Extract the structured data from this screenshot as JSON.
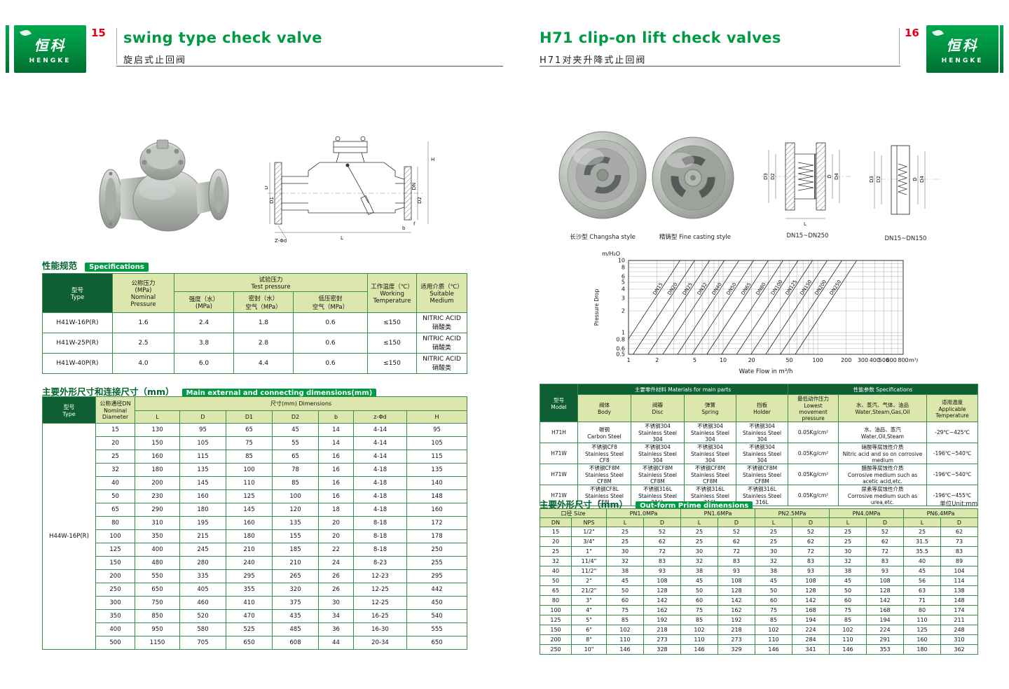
{
  "brand": {
    "logo_cn": "恒科",
    "logo_en": "HENGKE"
  },
  "left_page": {
    "page_number": "15",
    "title": "swing type check valve",
    "subtitle": "旋启式止回阀",
    "spec_heading_zh": "性能规范",
    "spec_heading_en": "Specifications",
    "spec_table": {
      "h_type": "型号\nType",
      "h_nominal": "公称压力\n(MPa)\nNominal\nPressure",
      "h_test": "试验压力\nTest pressure",
      "h_strength": "强度（水）\n(MPa)",
      "h_seal": "密封（水）\n空气（MPa）",
      "h_lowseal": "低压密封\n空气（MPa）",
      "h_working": "工作温度（℃）\nWorking\nTemperature",
      "h_medium": "适用介质（℃）\nSuitable\nMedium",
      "rows": [
        [
          "H41W-16P(R)",
          "1.6",
          "2.4",
          "1.8",
          "0.6",
          "≤150",
          "NITRIC ACID\n硝酸类"
        ],
        [
          "H41W-25P(R)",
          "2.5",
          "3.8",
          "2.8",
          "0.6",
          "≤150",
          "NITRIC ACID\n硝酸类"
        ],
        [
          "H41W-40P(R)",
          "4.0",
          "6.0",
          "4.4",
          "0.6",
          "≤150",
          "NITRIC ACID\n硝酸类"
        ]
      ]
    },
    "dims_heading_zh": "主要外形尺寸和连接尺寸（mm）",
    "dims_heading_en": "Main external and connecting dimensions(mm)",
    "dims_table": {
      "h_type": "型号\nType",
      "h_dn": "公称通径DN\nNominal\nDiameter",
      "h_dims": "尺寸(mm) Dimensions",
      "cols": [
        "L",
        "D",
        "D1",
        "D2",
        "b",
        "z-Φd",
        "H"
      ],
      "model": "H44W-16P(R)",
      "rows": [
        [
          "15",
          "130",
          "95",
          "65",
          "45",
          "14",
          "4-14",
          "95"
        ],
        [
          "20",
          "150",
          "105",
          "75",
          "55",
          "14",
          "4-14",
          "105"
        ],
        [
          "25",
          "160",
          "115",
          "85",
          "65",
          "16",
          "4-14",
          "115"
        ],
        [
          "32",
          "180",
          "135",
          "100",
          "78",
          "16",
          "4-18",
          "135"
        ],
        [
          "40",
          "200",
          "145",
          "110",
          "85",
          "16",
          "4-18",
          "140"
        ],
        [
          "50",
          "230",
          "160",
          "125",
          "100",
          "16",
          "4-18",
          "148"
        ],
        [
          "65",
          "290",
          "180",
          "145",
          "120",
          "18",
          "4-18",
          "160"
        ],
        [
          "80",
          "310",
          "195",
          "160",
          "135",
          "20",
          "8-18",
          "172"
        ],
        [
          "100",
          "350",
          "215",
          "180",
          "155",
          "20",
          "8-18",
          "178"
        ],
        [
          "125",
          "400",
          "245",
          "210",
          "185",
          "22",
          "8-18",
          "250"
        ],
        [
          "150",
          "480",
          "280",
          "240",
          "210",
          "24",
          "8-23",
          "255"
        ],
        [
          "200",
          "550",
          "335",
          "295",
          "265",
          "26",
          "12-23",
          "295"
        ],
        [
          "250",
          "650",
          "405",
          "355",
          "320",
          "26",
          "12-25",
          "442"
        ],
        [
          "300",
          "750",
          "460",
          "410",
          "375",
          "30",
          "12-25",
          "450"
        ],
        [
          "350",
          "850",
          "520",
          "470",
          "435",
          "34",
          "16-25",
          "540"
        ],
        [
          "400",
          "950",
          "580",
          "525",
          "485",
          "36",
          "16-30",
          "555"
        ],
        [
          "500",
          "1150",
          "705",
          "650",
          "608",
          "44",
          "20-34",
          "650"
        ]
      ]
    },
    "drawing_labels": [
      "H",
      "D",
      "D1",
      "DN",
      "D2",
      "Z-Φd",
      "L",
      "b",
      "f"
    ]
  },
  "right_page": {
    "page_number": "16",
    "title": "H71 clip-on lift check valves",
    "subtitle": "H71对夹升降式止回阀",
    "photo_captions": [
      "长沙型 Changsha style",
      "精铸型 Fine casting style"
    ],
    "drawing_captions": [
      "DN15~DN250",
      "DN15~DN150"
    ],
    "drawing1_labels": [
      "D3",
      "D2",
      "D",
      "D4",
      "L"
    ],
    "drawing2_labels": [
      "D3",
      "D2",
      "D",
      "D4"
    ],
    "materials_table": {
      "h_model": "型号\nModel",
      "h_materials_group": "主要零件材料 Materials for main parts",
      "h_specs_group": "性能参数 Specifications",
      "h_body": "阀体\nBody",
      "h_disc": "阀瓣\nDisc",
      "h_spring": "弹簧\nSpring",
      "h_holder": "挡板\nHolder",
      "h_pressure": "最低动作压力\nLowest movement\npressure",
      "h_media": "水、蒸汽、气体、油品\nWater,Steam,Gas,Oil",
      "h_temp": "适用温度\nApplicable\nTemperature",
      "rows": [
        [
          "H71H",
          "碳钢\nCarbon Steel",
          "不锈钢304\nStainless Steel 304",
          "不锈钢304\nStainless Steel 304",
          "不锈钢304\nStainless Steel 304",
          "0.05Kg/cm²",
          "水、油品、蒸汽\nWater,Oil,Steam",
          "-29℃~425℃"
        ],
        [
          "H71W",
          "不锈钢CF8\nStainless Steel CF8",
          "不锈钢304\nStainless Steel 304",
          "不锈钢304\nStainless Steel 304",
          "不锈钢304\nStainless Steel 304",
          "0.05Kg/cm²",
          "硝酸等腐蚀性介质\nNitric acid and so on corrosive medium",
          "-196℃~540℃"
        ],
        [
          "H71W",
          "不锈钢CF8M\nStainless Steel CF8M",
          "不锈钢CF8M\nStainless Steel CF8M",
          "不锈钢CF8M\nStainless Steel CF8M",
          "不锈钢CF8M\nStainless Steel CF8M",
          "0.05Kg/cm²",
          "醋酸等腐蚀性介质\nCorrosive medium such as acetic acid,etc.",
          "-196℃~540℃"
        ],
        [
          "H71W",
          "不锈钢CF8L\nStainless Steel CF8L",
          "不锈钢316L\nStainless Steel 316L",
          "不锈钢316L\nStainless Steel 316L",
          "不锈钢316L\nStainless Steel 316L",
          "0.05Kg/cm²",
          "尿素等腐蚀性介质\nCorrosive medium such as urea,etc.",
          "-196℃~455℃"
        ]
      ]
    },
    "outform_heading_zh": "主要外形尺寸（mm）",
    "outform_heading_en": "Out-form Prime dimensions",
    "outform_unit": "单位Unit:mm",
    "outform_table": {
      "h_size": "口径 Size",
      "h_dn": "DN",
      "h_nps": "NPS",
      "pn_groups": [
        "PN1.0MPa",
        "PN1.6MPa",
        "PN2.5MPa",
        "PN4.0MPa",
        "PN6.4MPa"
      ],
      "h_l": "L",
      "h_d": "D",
      "rows": [
        [
          "15",
          "1/2\"",
          "25",
          "52",
          "25",
          "52",
          "25",
          "52",
          "25",
          "52",
          "25",
          "62"
        ],
        [
          "20",
          "3/4\"",
          "25",
          "62",
          "25",
          "62",
          "25",
          "62",
          "25",
          "62",
          "31.5",
          "73"
        ],
        [
          "25",
          "1\"",
          "30",
          "72",
          "30",
          "72",
          "30",
          "72",
          "30",
          "72",
          "35.5",
          "83"
        ],
        [
          "32",
          "11/4\"",
          "32",
          "83",
          "32",
          "83",
          "32",
          "83",
          "32",
          "83",
          "40",
          "89"
        ],
        [
          "40",
          "11/2\"",
          "38",
          "93",
          "38",
          "93",
          "38",
          "93",
          "38",
          "93",
          "45",
          "104"
        ],
        [
          "50",
          "2\"",
          "45",
          "108",
          "45",
          "108",
          "45",
          "108",
          "45",
          "108",
          "56",
          "114"
        ],
        [
          "65",
          "21/2\"",
          "50",
          "128",
          "50",
          "128",
          "50",
          "128",
          "50",
          "128",
          "63",
          "138"
        ],
        [
          "80",
          "3\"",
          "60",
          "142",
          "60",
          "142",
          "60",
          "142",
          "60",
          "142",
          "71",
          "148"
        ],
        [
          "100",
          "4\"",
          "75",
          "162",
          "75",
          "162",
          "75",
          "168",
          "75",
          "168",
          "80",
          "174"
        ],
        [
          "125",
          "5\"",
          "85",
          "192",
          "85",
          "192",
          "85",
          "194",
          "85",
          "194",
          "110",
          "211"
        ],
        [
          "150",
          "6\"",
          "102",
          "218",
          "102",
          "218",
          "102",
          "224",
          "102",
          "224",
          "125",
          "248"
        ],
        [
          "200",
          "8\"",
          "110",
          "273",
          "110",
          "273",
          "110",
          "284",
          "110",
          "291",
          "160",
          "310"
        ],
        [
          "250",
          "10\"",
          "146",
          "328",
          "146",
          "329",
          "146",
          "341",
          "146",
          "353",
          "180",
          "362"
        ]
      ]
    }
  },
  "chart_data": {
    "type": "line",
    "title": "",
    "ylabel": "Pressure Drop",
    "y_unit": "m/H₂O",
    "xlabel": "Wate Flow in m³/h",
    "x_unit": "m³/h",
    "scale": "log-log",
    "grid": "on",
    "xlim": [
      1,
      800
    ],
    "ylim": [
      0.5,
      10
    ],
    "x_ticks": [
      1,
      2,
      5,
      10,
      20,
      50,
      100,
      200,
      300,
      400,
      500,
      600,
      800
    ],
    "y_ticks": [
      10,
      8,
      6,
      5,
      4,
      3,
      2,
      1,
      0.8,
      0.6,
      0.5
    ],
    "note": "Parallel capacity lines, slope 2 in log-log (pressure drop proportional to flow squared); flow_at_10m = flow in m3/h where pressure drop = 10 m H2O",
    "series": [
      {
        "name": "DN15",
        "flow_at_10m": 3.5
      },
      {
        "name": "DN20",
        "flow_at_10m": 5.0
      },
      {
        "name": "DN25",
        "flow_at_10m": 7.2
      },
      {
        "name": "DN32",
        "flow_at_10m": 10.3
      },
      {
        "name": "DN40",
        "flow_at_10m": 14.7
      },
      {
        "name": "DN50",
        "flow_at_10m": 21
      },
      {
        "name": "DN65",
        "flow_at_10m": 30
      },
      {
        "name": "DN80",
        "flow_at_10m": 43
      },
      {
        "name": "DN100",
        "flow_at_10m": 62
      },
      {
        "name": "DN125",
        "flow_at_10m": 88
      },
      {
        "name": "DN150",
        "flow_at_10m": 126
      },
      {
        "name": "DN200",
        "flow_at_10m": 180
      },
      {
        "name": "DN250",
        "flow_at_10m": 258
      }
    ]
  }
}
